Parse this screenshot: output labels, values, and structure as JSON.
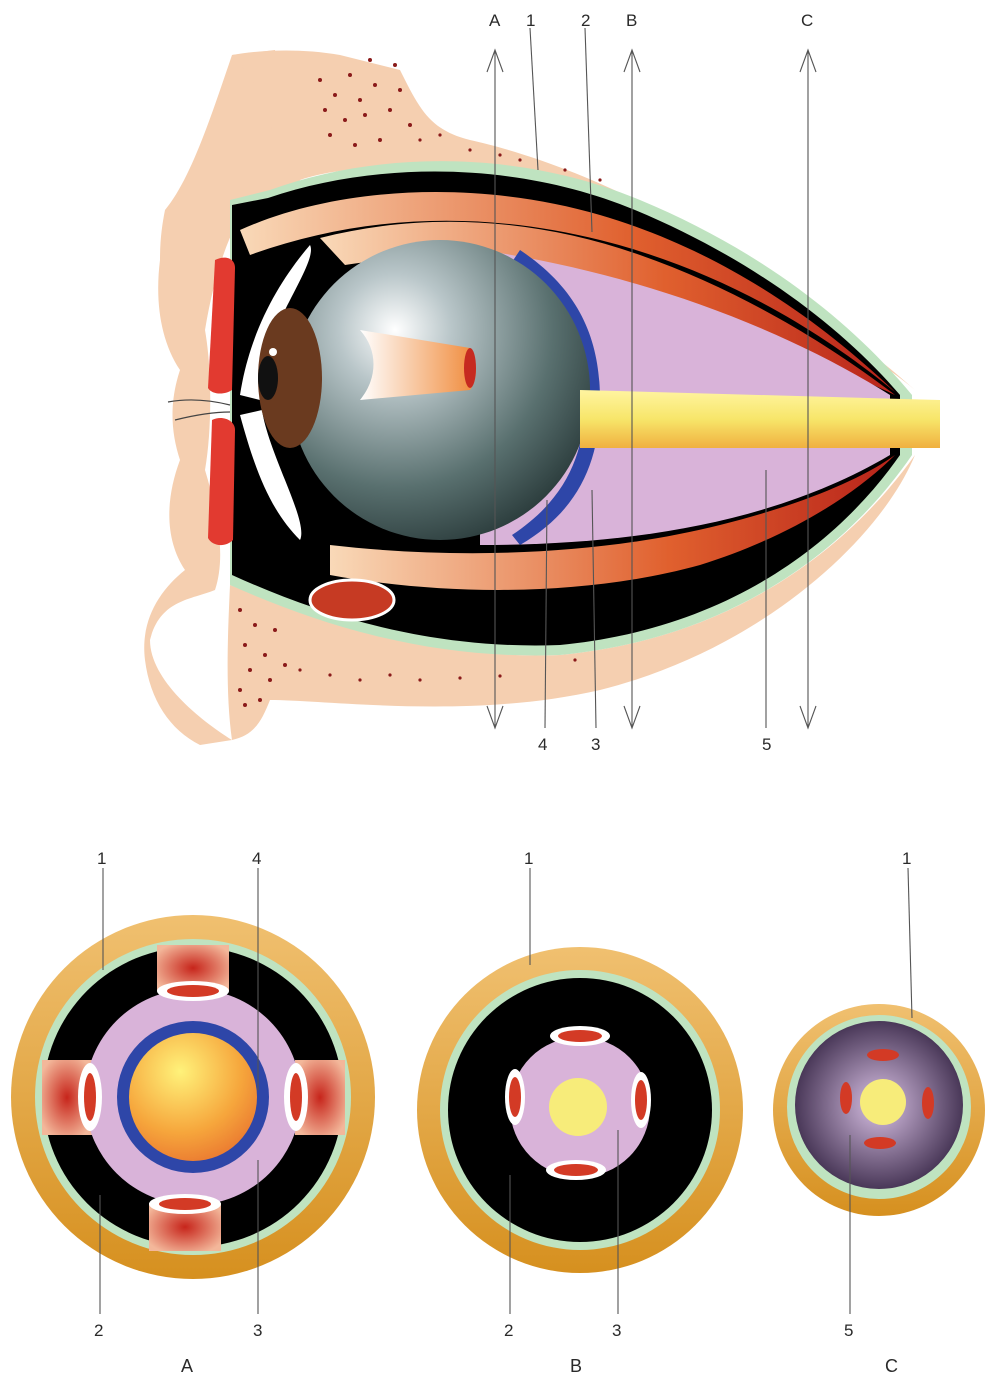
{
  "section_markers": [
    "A",
    "B",
    "C"
  ],
  "top_labels": [
    "1",
    "2"
  ],
  "bottom_labels": [
    "4",
    "3",
    "5"
  ],
  "cross_sections": [
    {
      "caption": "A",
      "labels": [
        "1",
        "4",
        "2",
        "3"
      ]
    },
    {
      "caption": "B",
      "labels": [
        "1",
        "2",
        "3"
      ]
    },
    {
      "caption": "C",
      "labels": [
        "1",
        "5"
      ]
    }
  ],
  "colors": {
    "bone": "#f5cfb0",
    "periorbita": "#bfe3c0",
    "fat": "#000000",
    "muscle": "#d8412a",
    "cone": "#d9b3d9",
    "sheath": "#2e46a8",
    "nerve": "#f7e66a",
    "capsule": "#e3a23c"
  }
}
